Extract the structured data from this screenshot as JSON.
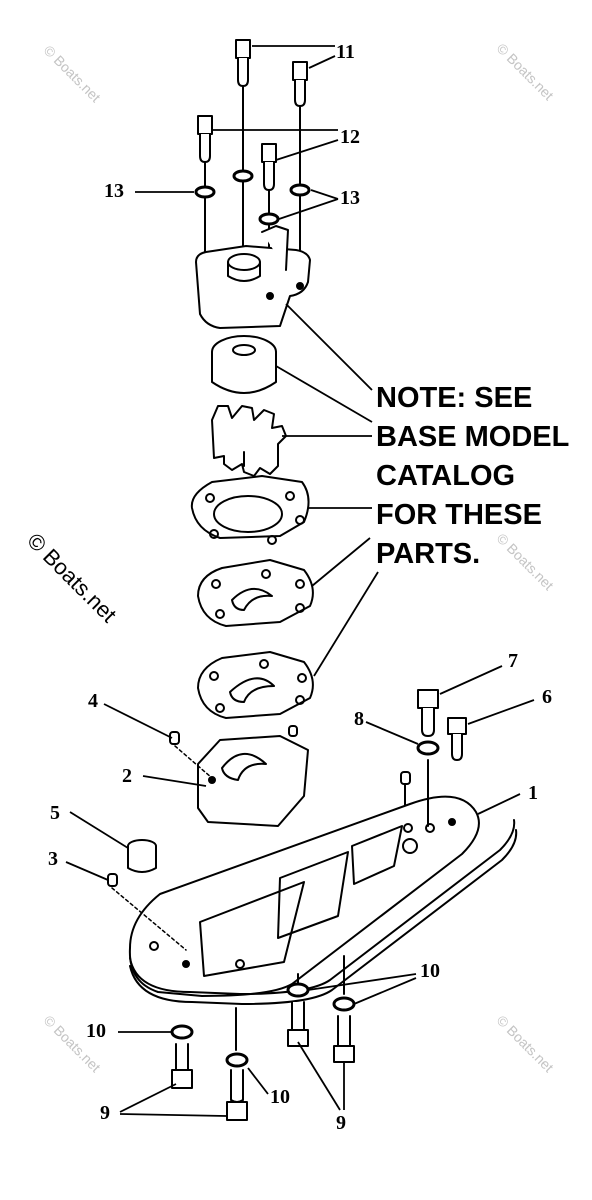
{
  "callouts": {
    "c1": "1",
    "c2": "2",
    "c3": "3",
    "c4": "4",
    "c5": "5",
    "c6": "6",
    "c7": "7",
    "c8": "8",
    "c9a": "9",
    "c9b": "9",
    "c10a": "10",
    "c10b": "10",
    "c10c": "10",
    "c11": "11",
    "c12": "12",
    "c13a": "13",
    "c13b": "13"
  },
  "note": {
    "line1": "NOTE: SEE",
    "line2": "BASE MODEL",
    "line3": "CATALOG",
    "line4": "FOR THESE",
    "line5": "PARTS."
  },
  "watermark": {
    "main": "© Boats.net",
    "faint": "© Boats.net"
  }
}
